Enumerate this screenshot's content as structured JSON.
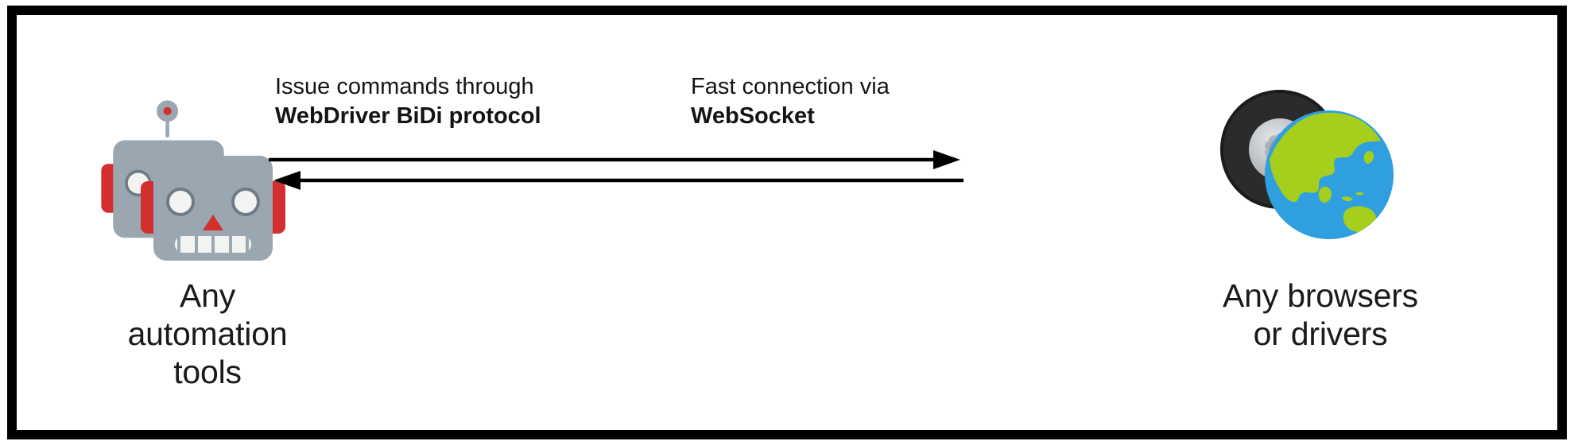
{
  "figure": {
    "title": "WebDriver BiDi bidirectional communication diagram",
    "background_color": "#ffffff",
    "border_color": "#000000",
    "text_color": "#1a1a1a"
  },
  "left_node": {
    "icon_name": "robot-emoji",
    "caption": "Any\nautomation\ntools",
    "caption_lines": [
      "Any",
      "automation",
      "tools"
    ],
    "icon_colors": {
      "body": "#9aa7b0",
      "accent": "#d32f2f",
      "face": "#f3f4f2",
      "outline": "#6f7c85"
    }
  },
  "right_node": {
    "icon_name": "globe-and-tire-emoji",
    "caption": "Any browsers\nor drivers",
    "caption_lines": [
      "Any browsers",
      "or drivers"
    ],
    "icon_colors": {
      "ocean": "#2f9fe0",
      "land": "#a6ce1c",
      "tire": "#2b2b2b",
      "rim": "#b9bec3"
    }
  },
  "connection": {
    "outbound_label": {
      "line_1": "Issue commands through",
      "line_2": "WebDriver BiDi protocol"
    },
    "transport_label": {
      "line_1": "Fast connection via",
      "line_2": "WebSocket"
    },
    "arrows": [
      {
        "name": "arrow-to-browser",
        "direction": "right",
        "description": "commands from automation tools to browsers"
      },
      {
        "name": "arrow-to-tools",
        "direction": "left",
        "description": "events and responses from browsers to automation tools"
      }
    ],
    "arrow_color": "#000000"
  }
}
